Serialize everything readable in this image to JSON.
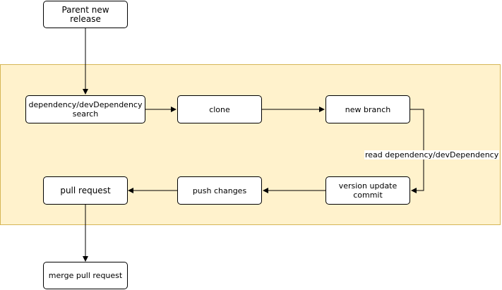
{
  "colors": {
    "group_fill": "#fff2cc",
    "group_stroke": "#d6b656",
    "node_fill": "#ffffff",
    "stroke": "#000000"
  },
  "nodes": {
    "parent_new_release": "Parent new release",
    "dependency_search": "dependency/devDependency search",
    "clone": "clone",
    "new_branch": "new branch",
    "version_update_commit": "version update commit",
    "push_changes": "push changes",
    "pull_request": "pull request",
    "merge_pull_request": "merge pull request"
  },
  "edge_labels": {
    "read_dependency": "read dependency/devDependency"
  }
}
